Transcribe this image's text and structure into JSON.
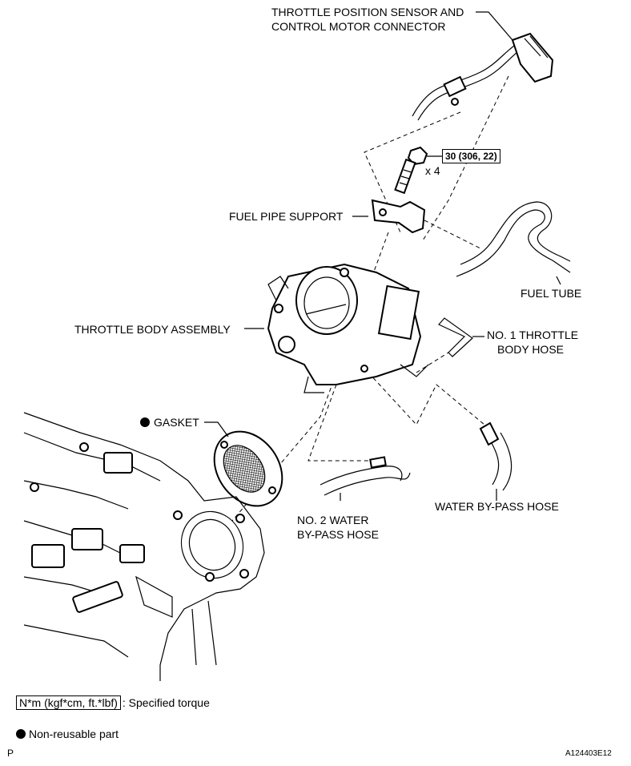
{
  "diagram": {
    "labels": {
      "tps_connector_line1": "THROTTLE POSITION SENSOR AND",
      "tps_connector_line2": "CONTROL MOTOR CONNECTOR",
      "torque_value": "30 (306, 22)",
      "bolt_qty": "x 4",
      "fuel_pipe_support": "FUEL PIPE SUPPORT",
      "fuel_tube": "FUEL TUBE",
      "throttle_body_assembly": "THROTTLE BODY ASSEMBLY",
      "no1_throttle_hose_line1": "NO. 1 THROTTLE",
      "no1_throttle_hose_line2": "BODY HOSE",
      "gasket": "GASKET",
      "no2_water_hose_line1": "NO. 2 WATER",
      "no2_water_hose_line2": "BY-PASS HOSE",
      "water_bypass_hose": "WATER BY-PASS HOSE"
    },
    "legend": {
      "torque_unit": "N*m (kgf*cm, ft.*lbf)",
      "torque_desc": ": Specified torque",
      "nonreusable_desc": "Non-reusable part"
    },
    "footer": {
      "left_code": "P",
      "figure_id": "A124403E12"
    }
  }
}
